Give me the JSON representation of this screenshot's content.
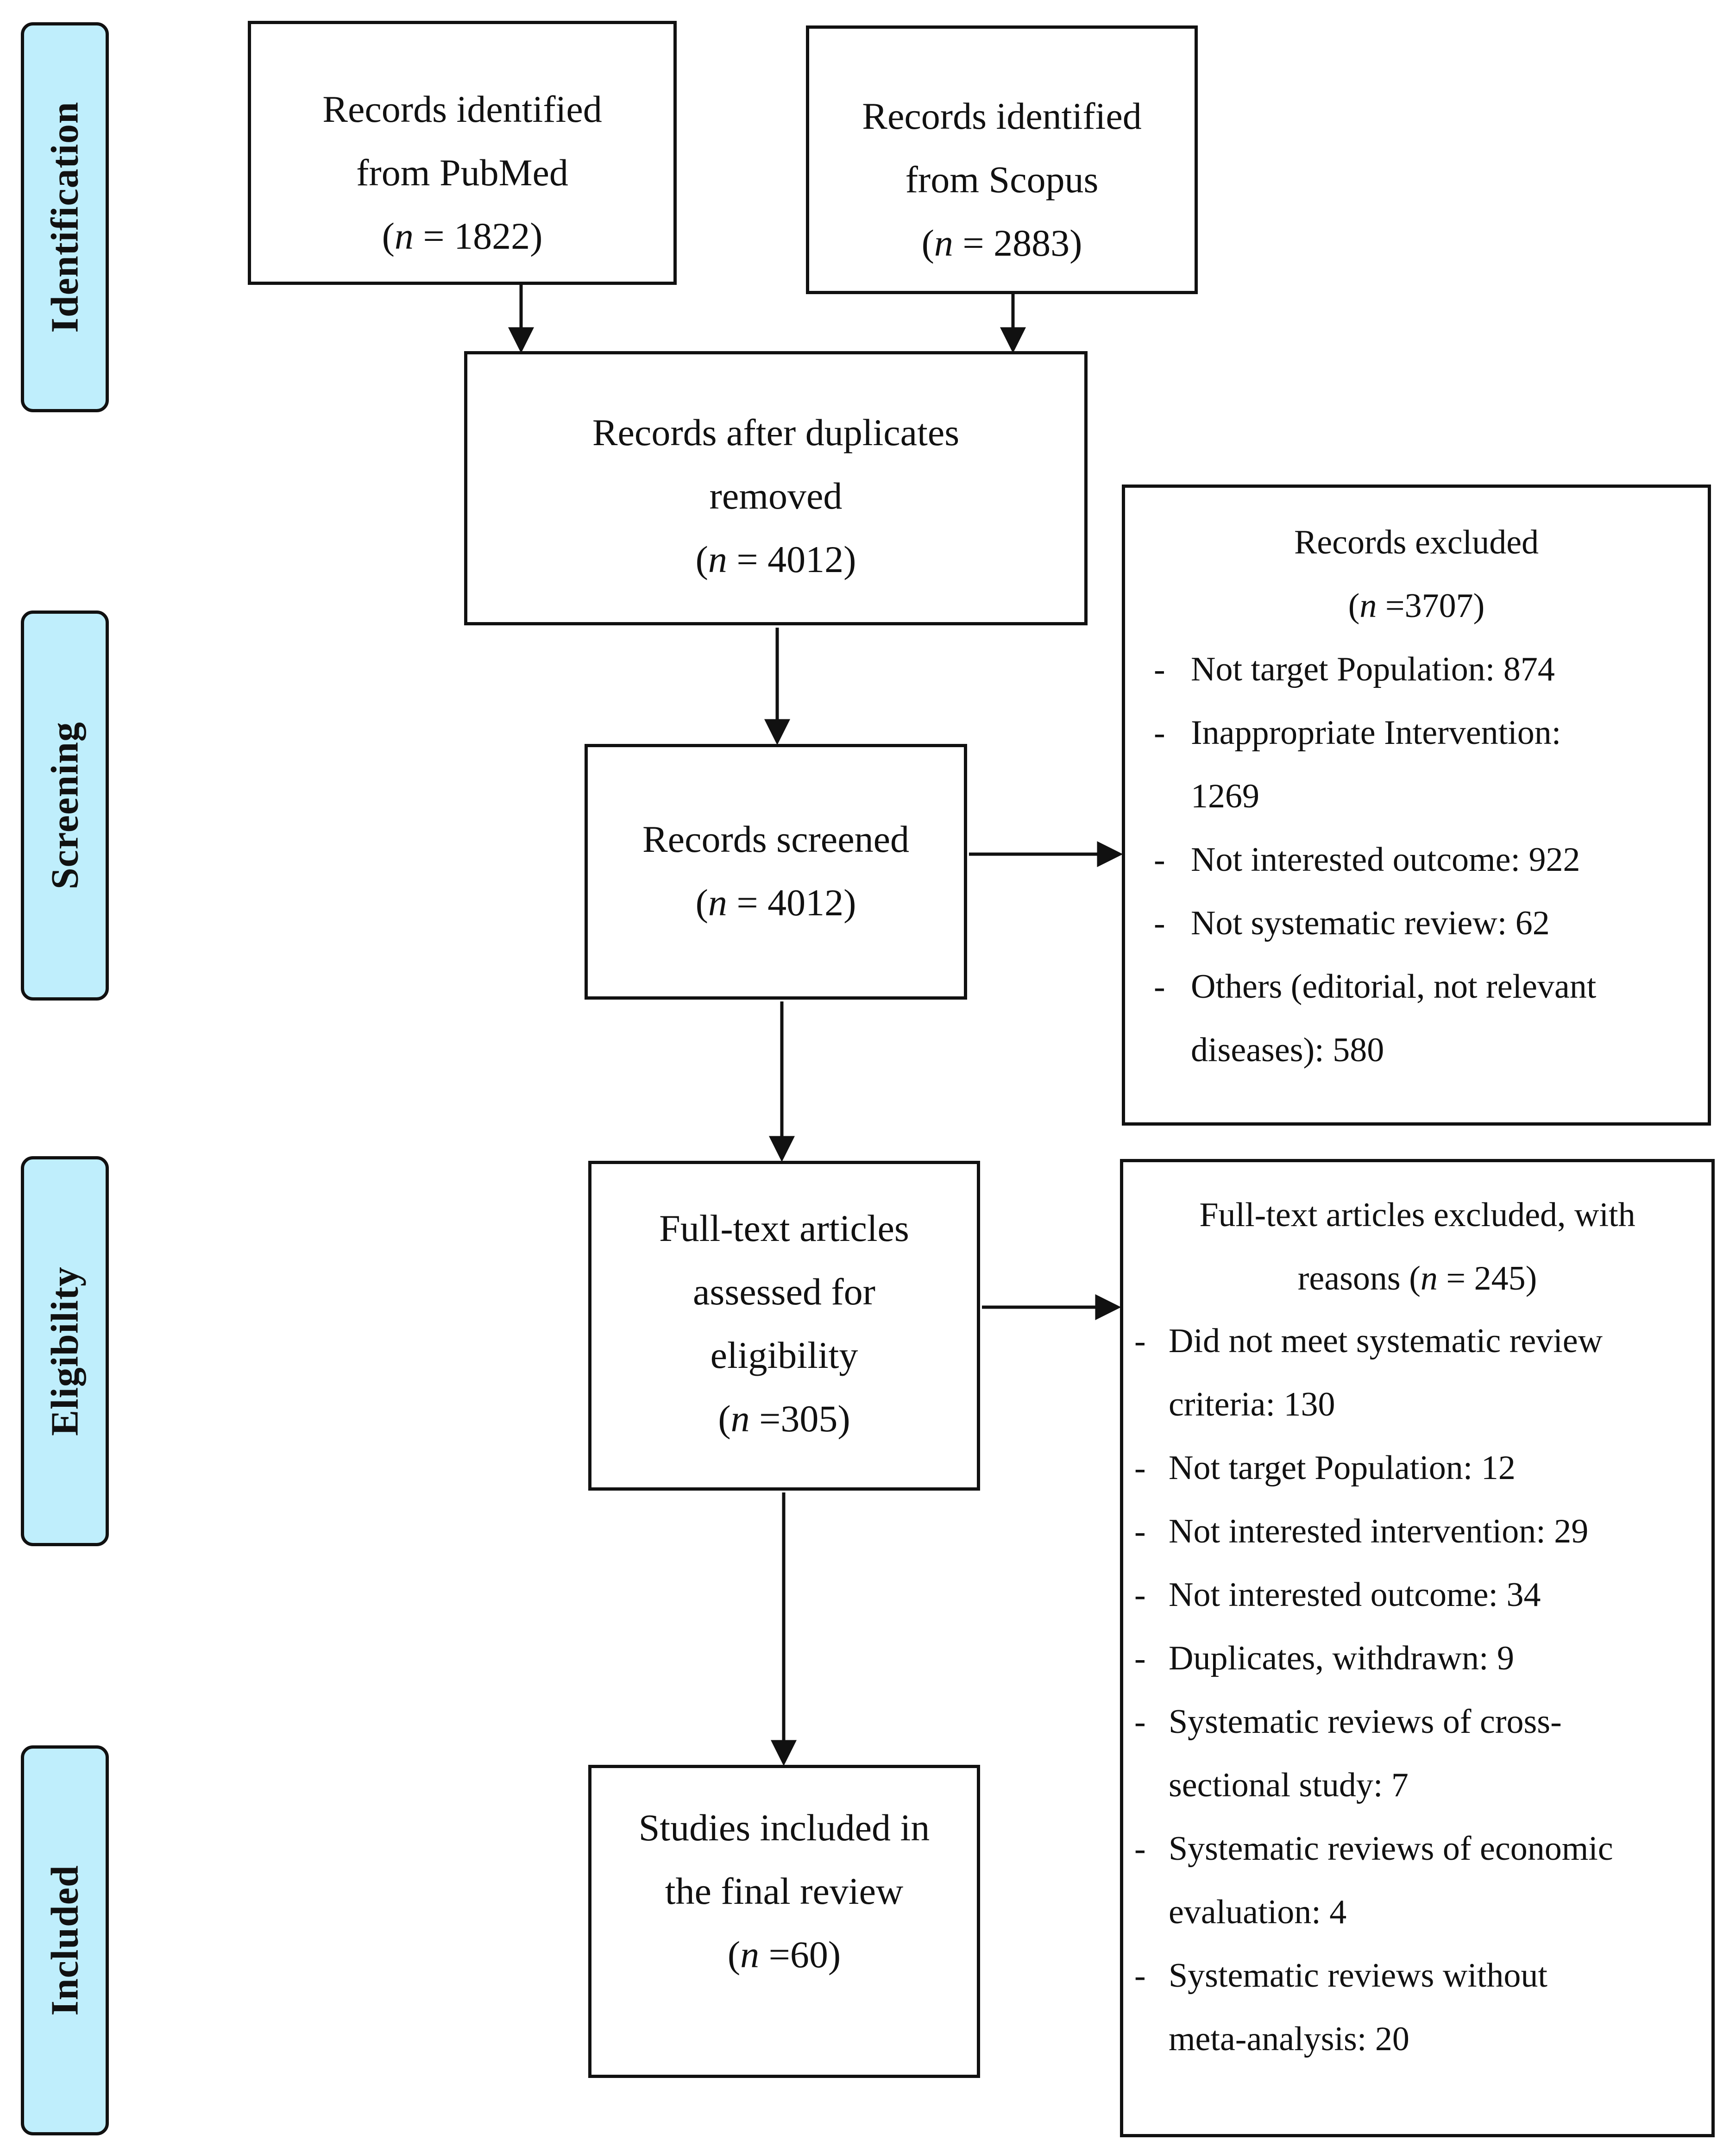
{
  "stages": {
    "identification": "Identification",
    "screening": "Screening",
    "eligibility": "Eligibility",
    "included": "Included"
  },
  "pubmed": {
    "line1": "Records identified",
    "line2": "from PubMed",
    "n_var": "n",
    "n_value": " = 1822)"
  },
  "scopus": {
    "line1": "Records identified",
    "line2": "from Scopus",
    "n_var": "n",
    "n_value": " = 2883)"
  },
  "dedup": {
    "line1": "Records after duplicates",
    "line2": "removed",
    "n_var": "n",
    "n_value": " = 4012)"
  },
  "screened": {
    "line1": "Records screened",
    "n_var": "n",
    "n_value": " = 4012)"
  },
  "excluded": {
    "title": "Records excluded",
    "n_var": "n",
    "n_value": " =3707)",
    "dash": "-",
    "items": [
      {
        "line1": "Not target Population: 874"
      },
      {
        "line1": "Inappropriate Intervention:",
        "line2": "1269"
      },
      {
        "line1": "Not interested outcome: 922"
      },
      {
        "line1": "Not systematic review: 62"
      },
      {
        "line1": "Others (editorial, not relevant",
        "line2": "diseases): 580"
      }
    ]
  },
  "fulltext": {
    "line1": "Full-text articles",
    "line2": "assessed for",
    "line3": "eligibility",
    "n_var": "n",
    "n_value": " =305)"
  },
  "ft_excluded": {
    "title1": "Full-text articles excluded, with",
    "title2_prefix": "reasons (",
    "n_var": "n",
    "n_value": " = 245)",
    "dash": "-",
    "items": [
      {
        "line1": "Did not meet systematic review",
        "line2": "criteria: 130"
      },
      {
        "line1": "Not target Population: 12"
      },
      {
        "line1": "Not interested intervention: 29"
      },
      {
        "line1": "Not interested outcome: 34"
      },
      {
        "line1": "Duplicates, withdrawn: 9"
      },
      {
        "line1": "Systematic reviews of cross-",
        "line2": "sectional study: 7"
      },
      {
        "line1": "Systematic reviews of economic",
        "line2": "evaluation: 4"
      },
      {
        "line1": "Systematic reviews without",
        "line2": "meta-analysis: 20"
      }
    ]
  },
  "included": {
    "line1": "Studies included in",
    "line2": "the final review",
    "n_var": "n",
    "n_value": " =60)"
  }
}
